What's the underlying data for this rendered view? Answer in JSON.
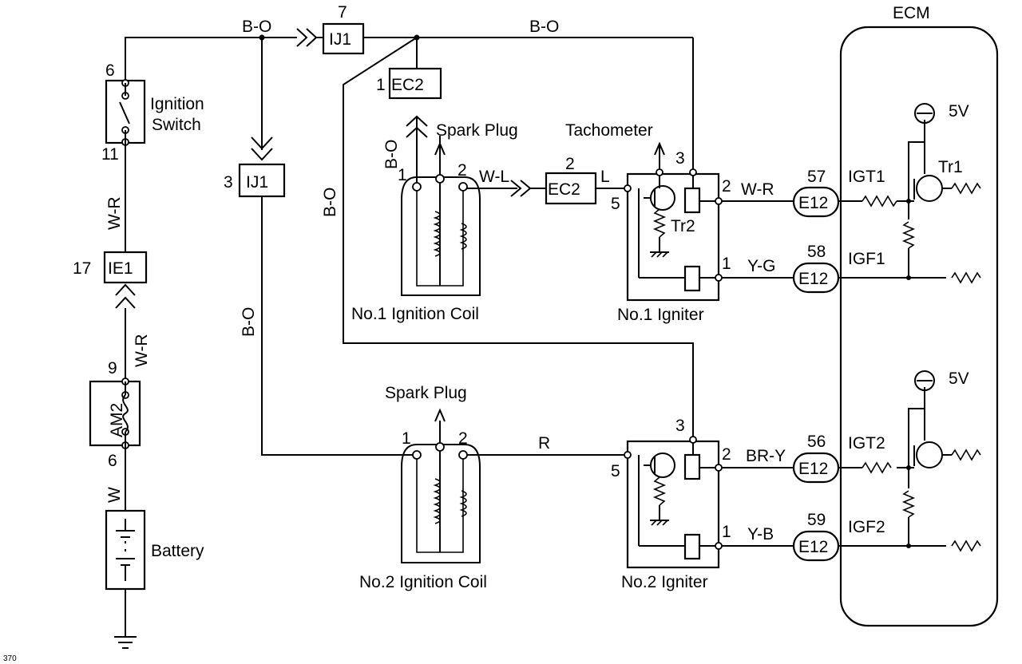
{
  "ecm": {
    "title": "ECM",
    "v1": "5V",
    "v2": "5V",
    "igt1": "IGT1",
    "igf1": "IGF1",
    "igt2": "IGT2",
    "igf2": "IGF2",
    "tr1": "Tr1"
  },
  "switch": {
    "label1": "Ignition",
    "label2": "Switch",
    "pin_top": "6",
    "pin_bottom": "11"
  },
  "battery": {
    "label": "Battery"
  },
  "fuse": {
    "name": "AM2",
    "pin_top": "9",
    "pin_bottom": "6"
  },
  "connectors": {
    "ie1": {
      "name": "IE1",
      "pin": "17"
    },
    "ij1_top": {
      "name": "IJ1",
      "pin": "7"
    },
    "ij1_mid": {
      "name": "IJ1",
      "pin": "3"
    },
    "ec2_top": {
      "name": "EC2",
      "pin": "1"
    },
    "ec2_mid": {
      "name": "EC2",
      "pin": "2"
    },
    "e12_57": {
      "name": "E12",
      "pin": "57"
    },
    "e12_58": {
      "name": "E12",
      "pin": "58"
    },
    "e12_56": {
      "name": "E12",
      "pin": "56"
    },
    "e12_59": {
      "name": "E12",
      "pin": "59"
    }
  },
  "wires": {
    "b_o_top": "B-O",
    "b_o_right": "B-O",
    "b_o_coil": "B-O",
    "b_o_diag": "B-O",
    "b_o_left": "B-O",
    "w_r_upper": "W-R",
    "w_r_lower": "W-R",
    "w_batt": "W",
    "w_l": "W-L",
    "l": "L",
    "r": "R",
    "w_r_ign": "W-R",
    "y_g": "Y-G",
    "br_y": "BR-Y",
    "y_b": "Y-B"
  },
  "coil1": {
    "label": "No.1 Ignition Coil",
    "spark": "Spark Plug",
    "pin1": "1",
    "pin2": "2"
  },
  "coil2": {
    "label": "No.2 Ignition Coil",
    "spark": "Spark Plug",
    "pin1": "1",
    "pin2": "2"
  },
  "igniter1": {
    "label": "No.1 Igniter",
    "tacho": "Tachometer",
    "tr2": "Tr2",
    "pin3": "3",
    "pin5": "5",
    "pin2": "2",
    "pin1": "1"
  },
  "igniter2": {
    "label": "No.2 Igniter",
    "pin3": "3",
    "pin5": "5",
    "pin2": "2",
    "pin1": "1"
  },
  "footer": {
    "code": "370"
  }
}
